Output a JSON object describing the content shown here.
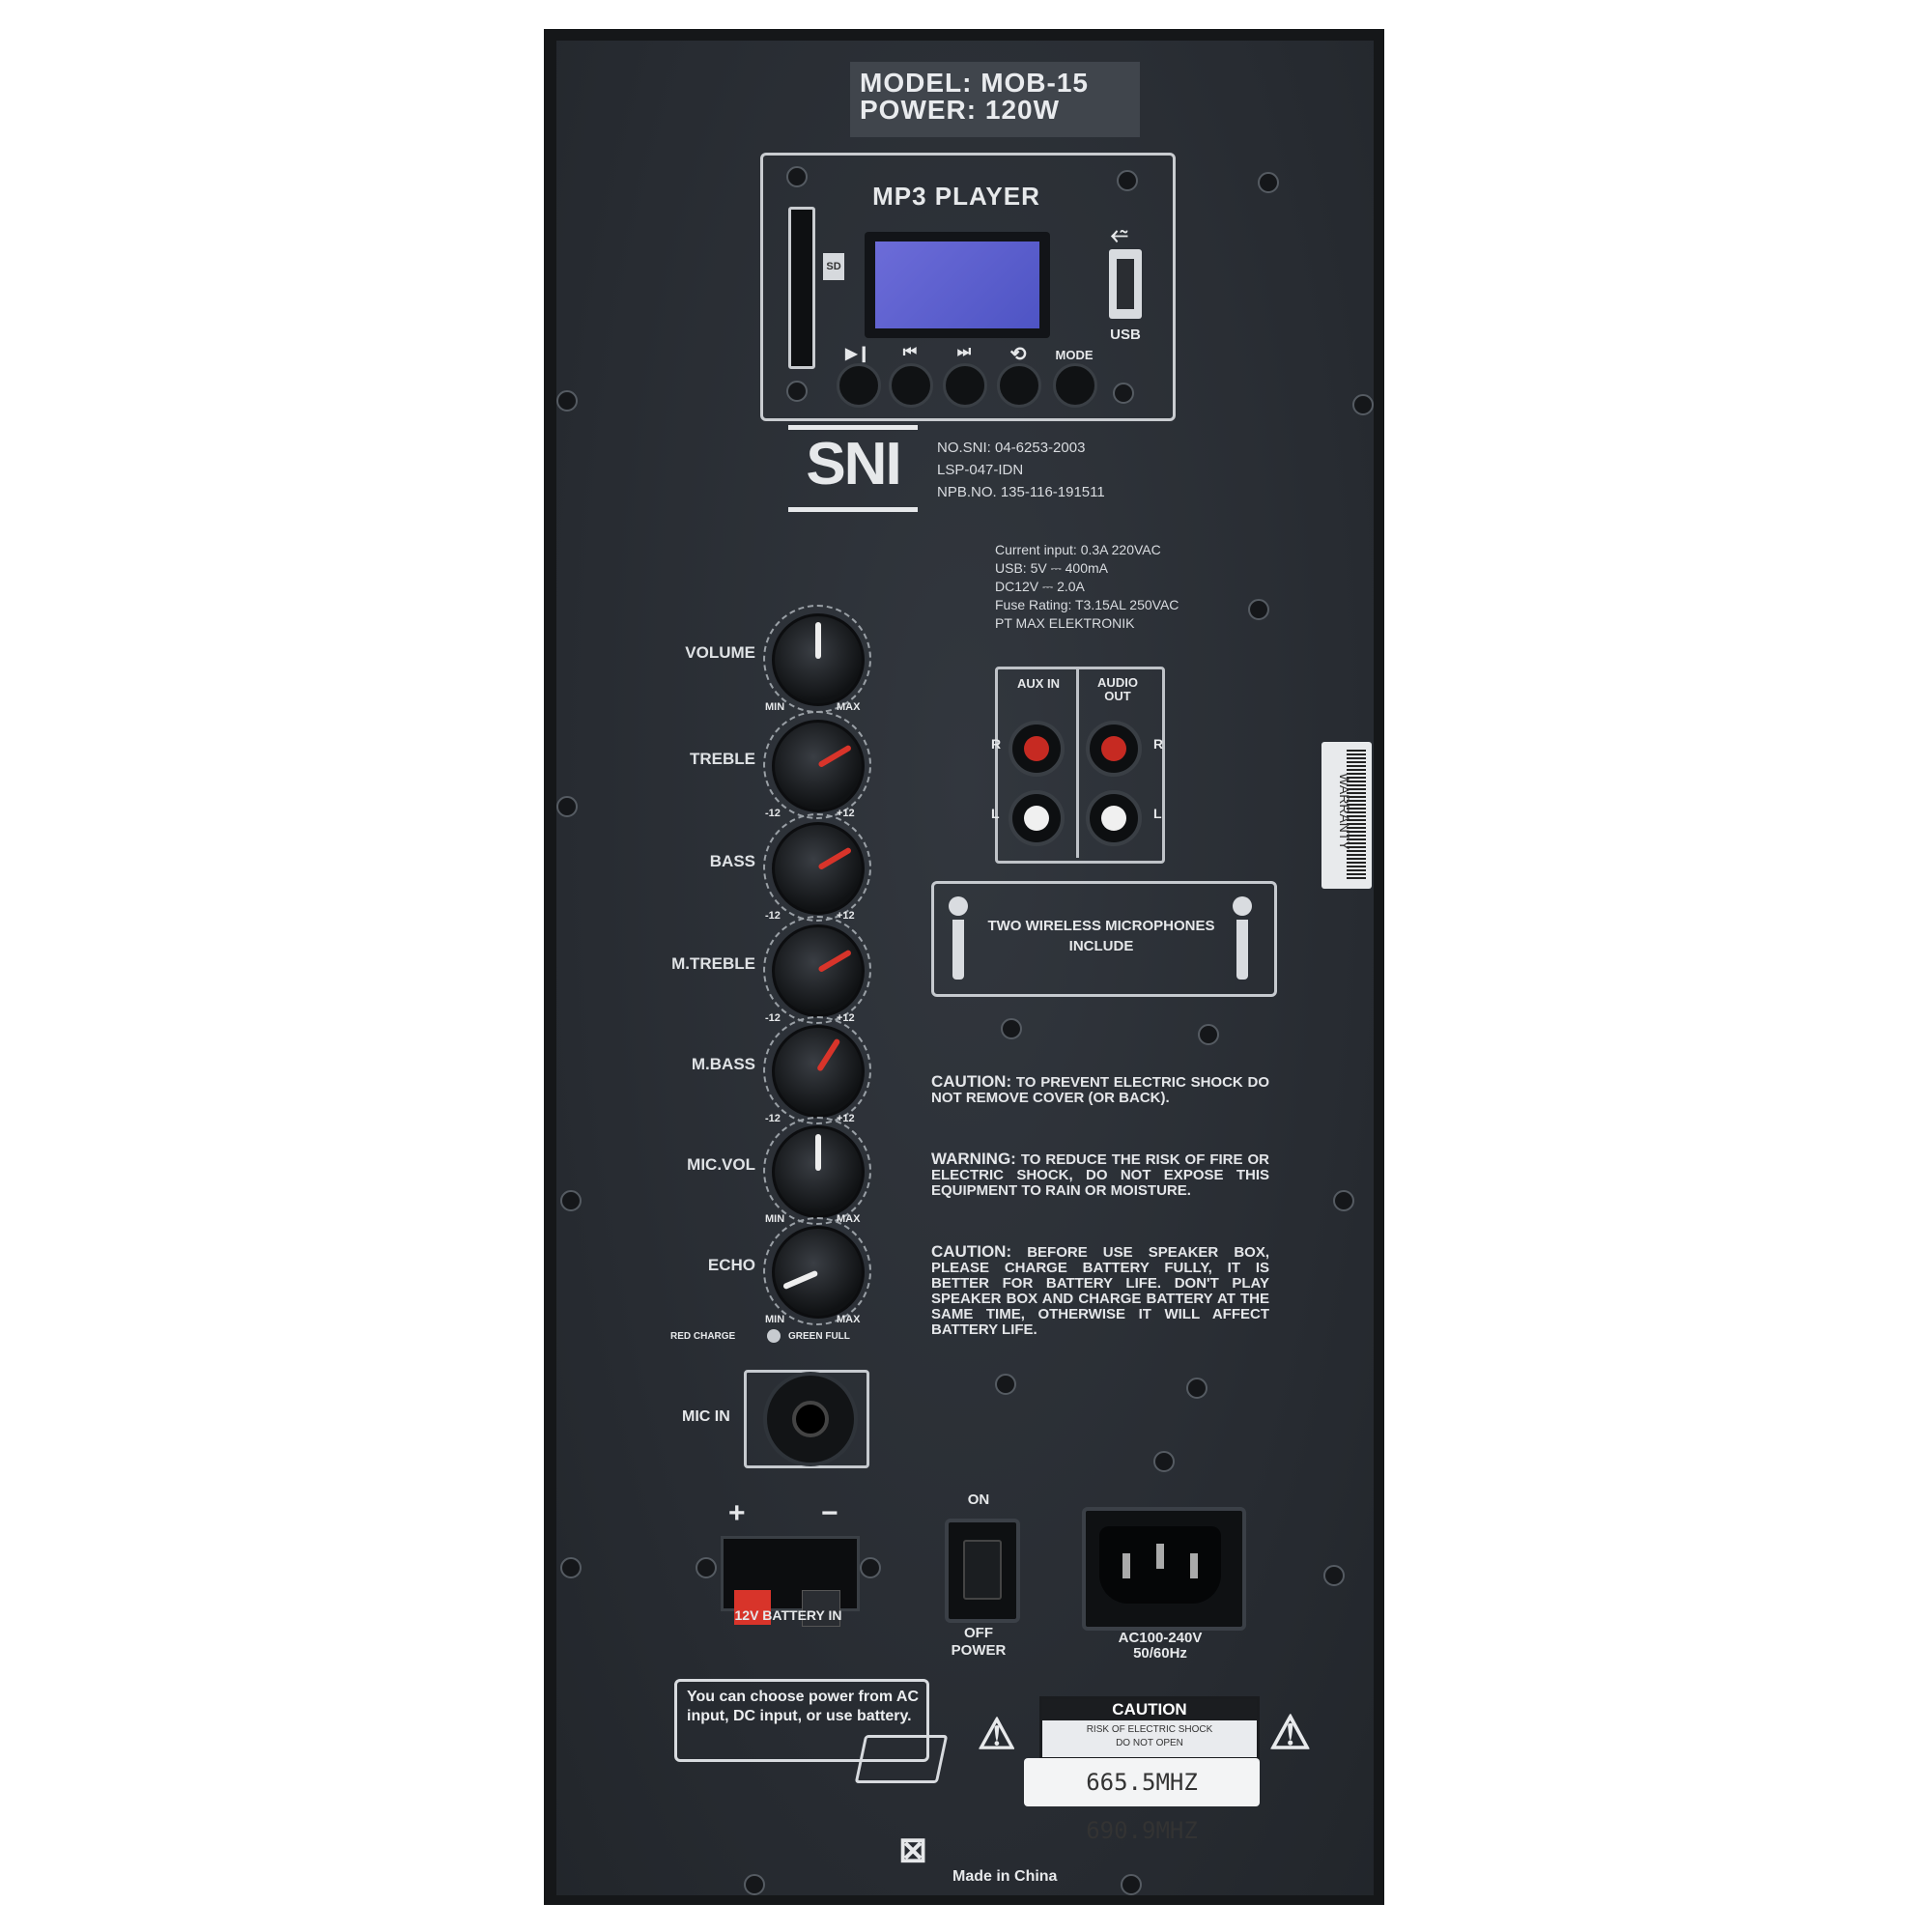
{
  "header": {
    "model": "MODEL: MOB-15",
    "power": "POWER: 120W"
  },
  "mp3": {
    "title": "MP3 PLAYER",
    "usb_label": "USB",
    "sd_label": "SD",
    "buttons": [
      {
        "icon": "play-pause-icon",
        "glyph": "▶❙"
      },
      {
        "icon": "previous-icon",
        "glyph": "⏮"
      },
      {
        "icon": "next-icon",
        "glyph": "⏭"
      },
      {
        "icon": "repeat-icon",
        "glyph": "⟲"
      },
      {
        "icon": "mode-icon",
        "glyph": "MODE"
      }
    ]
  },
  "cert": {
    "logo": "SNI",
    "lines": [
      "NO.SNI: 04-6253-2003",
      "LSP-047-IDN",
      "NPB.NO. 135-116-191511"
    ]
  },
  "specs": [
    "Current input: 0.3A  220VAC",
    "USB: 5V ⎓ 400mA",
    "DC12V ⎓ 2.0A",
    "Fuse Rating: T3.15AL 250VAC",
    "PT MAX ELEKTRONIK"
  ],
  "knobs": [
    {
      "label": "VOLUME",
      "min": "MIN",
      "max": "MAX",
      "level": 0.5
    },
    {
      "label": "TREBLE",
      "min": "-12",
      "max": "+12",
      "level": 0.72
    },
    {
      "label": "BASS",
      "min": "-12",
      "max": "+12",
      "level": 0.72
    },
    {
      "label": "M.TREBLE",
      "min": "-12",
      "max": "+12",
      "level": 0.72
    },
    {
      "label": "M.BASS",
      "min": "-12",
      "max": "+12",
      "level": 0.62
    },
    {
      "label": "MIC.VOL",
      "min": "MIN",
      "max": "MAX",
      "level": 0.5
    },
    {
      "label": "ECHO",
      "min": "MIN",
      "max": "MAX",
      "level": 0.08
    }
  ],
  "charge": {
    "left": "RED CHARGE",
    "right": "GREEN FULL"
  },
  "rca": {
    "aux_in": "AUX IN",
    "audio_out": "AUDIO OUT",
    "r": "R",
    "l": "L"
  },
  "mic_banner": "TWO WIRELESS MICROPHONES INCLUDE",
  "warnings": [
    {
      "head": "CAUTION:",
      "body": "TO PREVENT ELECTRIC SHOCK DO NOT REMOVE COVER (OR BACK)."
    },
    {
      "head": "WARNING:",
      "body": "TO REDUCE THE RISK OF FIRE OR ELECTRIC SHOCK, DO NOT EXPOSE THIS EQUIPMENT TO RAIN OR MOISTURE."
    },
    {
      "head": "CAUTION:",
      "body": "BEFORE USE SPEAKER BOX, PLEASE CHARGE BATTERY FULLY, IT IS BETTER FOR BATTERY LIFE. DON'T PLAY SPEAKER BOX AND CHARGE BATTERY AT THE SAME TIME, OTHERWISE IT WILL AFFECT BATTERY LIFE."
    }
  ],
  "mic_in": "MIC IN",
  "battery": {
    "plus": "+",
    "minus": "−",
    "label": "12V BATTERY IN"
  },
  "power_switch": {
    "on": "ON",
    "off": "OFF",
    "label": "POWER"
  },
  "ac": {
    "line1": "AC100-240V",
    "line2": "50/60Hz"
  },
  "note": "You can choose power from AC input, DC input, or use battery.",
  "caution_label": {
    "title": "CAUTION",
    "line1": "RISK OF ELECTRIC SHOCK",
    "line2": "DO NOT OPEN"
  },
  "frequency": "665.5MHZ  690.9MHZ",
  "warranty": "WARRANTY",
  "footer": "Made in China",
  "colors": {
    "panel": "#2b2f35",
    "lcd": "#5a5ed0",
    "red_knob": "#d8342a",
    "rca_red": "#c62a22",
    "rca_white": "#f0f0f0"
  }
}
